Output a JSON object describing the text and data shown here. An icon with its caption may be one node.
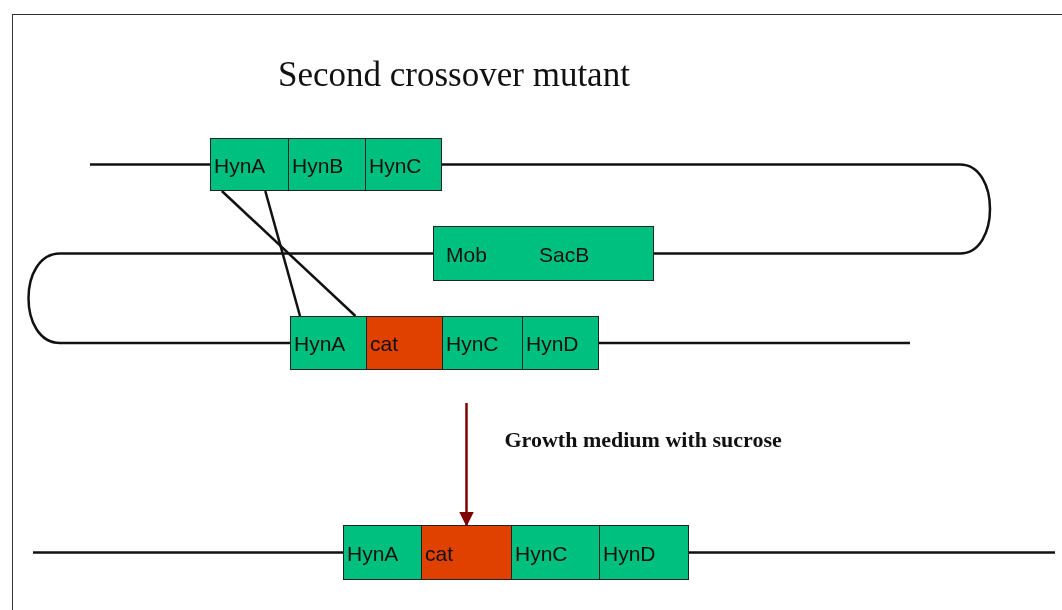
{
  "diagram": {
    "title": "Second crossover mutant",
    "nodes": [
      {
        "text": [
          "HynA"
        ]
      },
      {
        "text": [
          "HynB"
        ]
      },
      {
        "text": [
          "HynC"
        ]
      },
      {
        "text": [
          "Mob",
          "SacB"
        ]
      },
      {
        "text": [
          "HynA"
        ]
      },
      {
        "text": [
          "cat"
        ]
      },
      {
        "text": [
          "HynC"
        ]
      },
      {
        "text": [
          "HynD"
        ]
      },
      {
        "text": [
          "HynA"
        ]
      },
      {
        "text": [
          "cat"
        ]
      },
      {
        "text": [
          "HynC"
        ]
      },
      {
        "text": [
          "HynD"
        ]
      }
    ],
    "edges": [
      {
        "from": null,
        "to": 0,
        "arrow": "none"
      },
      {
        "from": 0,
        "to": 4,
        "arrow": "none"
      },
      {
        "from": 0,
        "to": 4,
        "arrow": "none"
      },
      {
        "from": 2,
        "to": 3,
        "arrow": "none"
      },
      {
        "from": 3,
        "to": 4,
        "arrow": "none"
      },
      {
        "from": 7,
        "to": null,
        "arrow": "none"
      },
      {
        "from": null,
        "to": 8,
        "arrow": "none"
      },
      {
        "from": 11,
        "to": null,
        "arrow": "none"
      },
      {
        "from": null,
        "to": 9,
        "arrow": "to",
        "label": "Growth medium with sucrose",
        "color": "#800000"
      }
    ]
  }
}
